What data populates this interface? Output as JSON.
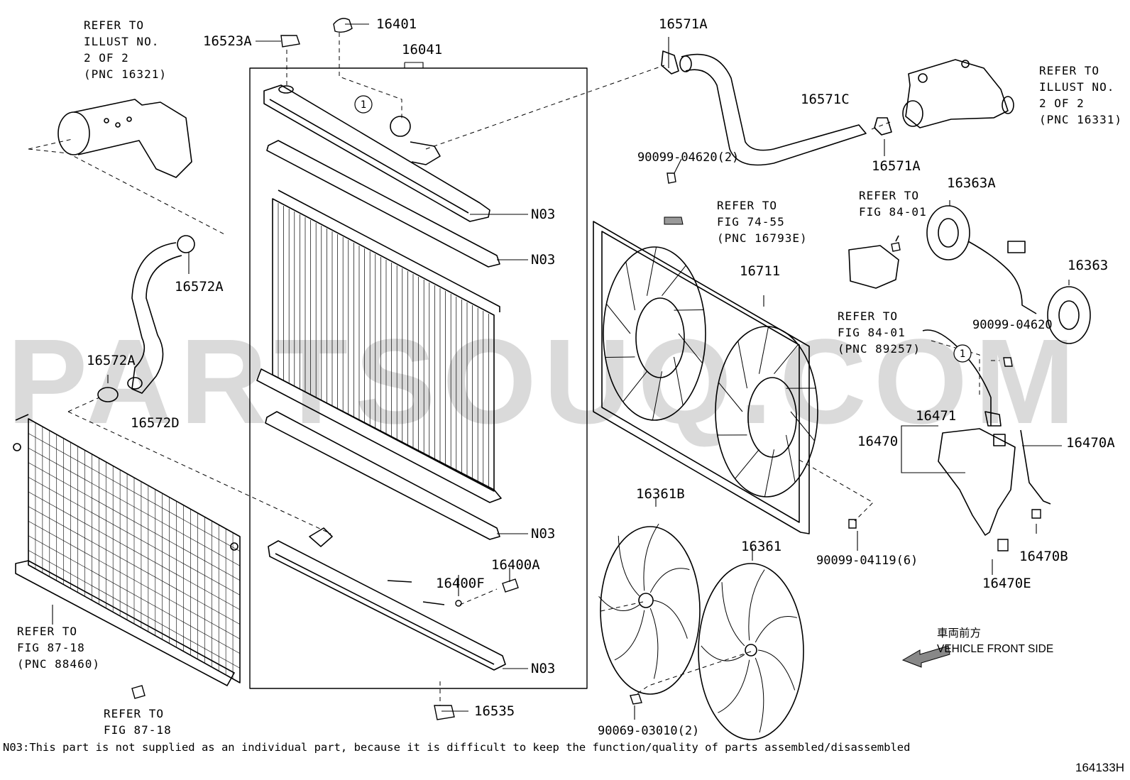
{
  "watermark": "PARTSOUQ.COM",
  "labels": {
    "p16401": "16401",
    "p16523A": "16523A",
    "p16041": "16041",
    "p16571A_top": "16571A",
    "p16571C": "16571C",
    "p16571A_bottom": "16571A",
    "p16572A_top": "16572A",
    "p16572A_left": "16572A",
    "p16572D": "16572D",
    "pN03_1": "N03",
    "pN03_2": "N03",
    "pN03_3": "N03",
    "pN03_4": "N03",
    "p90099_04620_2": "90099-04620(2)",
    "p16711": "16711",
    "p16363A": "16363A",
    "p16363": "16363",
    "p90099_04620": "90099-04620",
    "p16471": "16471",
    "p16470": "16470",
    "p16470A": "16470A",
    "p16470B": "16470B",
    "p16470E": "16470E",
    "p90099_04119_6": "90099-04119(6)",
    "p16361B": "16361B",
    "p16361": "16361",
    "p16400F": "16400F",
    "p16400A": "16400A",
    "p16535": "16535",
    "p90069_03010_2": "90069-03010(2)",
    "circle_1a": "1",
    "circle_1b": "1"
  },
  "refs": {
    "r1": "REFER TO\nILLUST NO.\n2 OF 2\n(PNC 16321)",
    "r2": "REFER TO\nILLUST NO.\n2 OF 2\n(PNC 16331)",
    "r3": "REFER TO\nFIG 74-55\n(PNC 16793E)",
    "r4": "REFER TO\nFIG 84-01",
    "r5": "REFER TO\nFIG 84-01\n(PNC 89257)",
    "r6": "REFER TO\nFIG 87-18\n(PNC 88460)",
    "r7": "REFER TO\nFIG 87-18"
  },
  "front": {
    "jp": "車両前方",
    "en": "VEHICLE FRONT SIDE"
  },
  "note": "N03:This part is not supplied as an individual part, because it is difficult to keep the function/quality of parts assembled/disassembled",
  "code": "164133H"
}
